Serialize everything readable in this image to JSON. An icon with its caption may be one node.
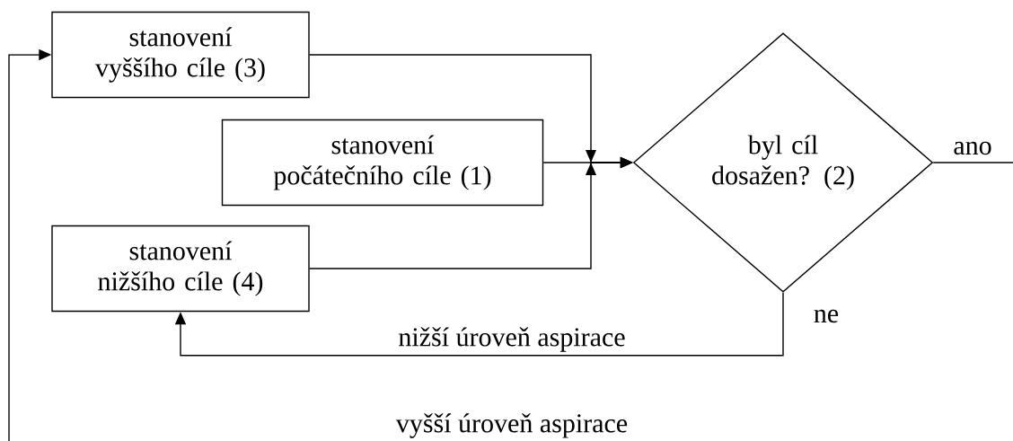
{
  "diagram": {
    "nodes": [
      {
        "text": [
          "stanovení vyššího cíle (3)"
        ]
      },
      {
        "text": [
          "byl cíl dosažen? (2)"
        ]
      },
      {
        "text": [
          "stanovení počátečního cíle (1)"
        ]
      },
      {
        "text": [
          "stanovení nižšího cíle (4)"
        ]
      }
    ],
    "edges": [
      {
        "from": 0,
        "to": 1,
        "arrow": "to"
      },
      {
        "from": 2,
        "to": 1,
        "arrow": "to"
      },
      {
        "from": 3,
        "to": 1,
        "arrow": "to"
      },
      {
        "from": 1,
        "to": null,
        "arrow": "none",
        "label": "ano"
      },
      {
        "from": 1,
        "to": 3,
        "arrow": "to",
        "label": "nižší úroveň aspirace"
      },
      {
        "from": null,
        "to": 0,
        "arrow": "to"
      }
    ],
    "labels": [
      "ne",
      "vyšší úroveň aspirace"
    ]
  }
}
